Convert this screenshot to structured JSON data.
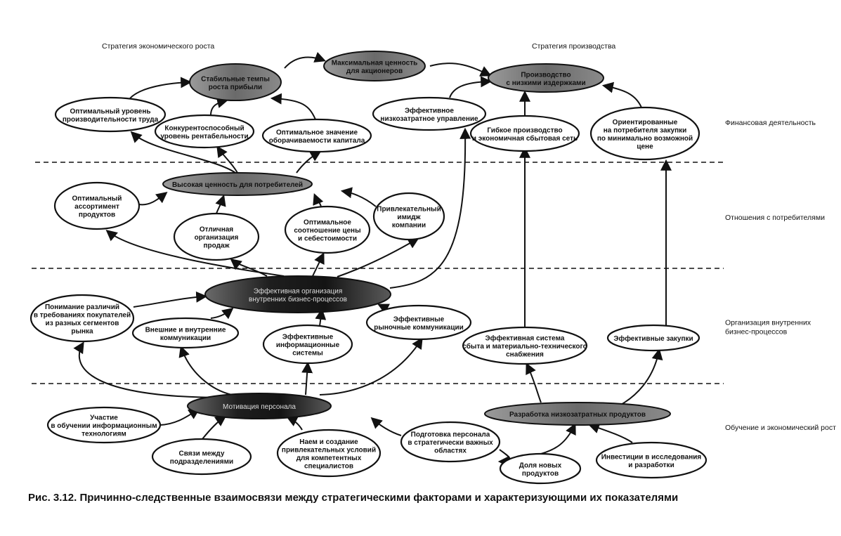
{
  "headers": {
    "left": "Стратегия экономического роста",
    "right": "Стратегия производства"
  },
  "rows": [
    "Финансовая деятельность",
    "Отношения с потребителями",
    "Организация внутренних|бизнес-процессов",
    "Обучение и экономический рост"
  ],
  "nodes": {
    "max_value": "Максимальная ценность|для акционеров",
    "stable_growth": "Стабильные темпы|роста прибыли",
    "low_cost_prod": "Производство|с низкими издержками",
    "optimal_labor": "Оптимальный уровень|производительности труда",
    "competitive_profit": "Конкурентоспособный|уровень рентабельности",
    "optimal_turnover": "Оптимальное значение|оборачиваемости капитала",
    "efficient_mgmt": "Эффективное|низкозатратное управление",
    "flexible_prod": "Гибкое производство|и экономичная сбытовая сеть",
    "customer_purchasing": "Ориентированные|на потребителя закупки|по минимально возможной|цене",
    "customer_value": "Высокая ценность для потребителей",
    "optimal_assortment": "Оптимальный|ассортимент|продуктов",
    "excellent_sales": "Отличная|организация|продаж",
    "optimal_price": "Оптимальное|соотношение цены|и себестоимости",
    "attractive_image": "Привлекательный|имидж|компании",
    "internal_processes": "Эффективная организация|внутренних бизнес-процессов",
    "understanding_diff": "Понимание различий|в требованиях покупателей|из разных сегментов|рынка",
    "ext_int_comm": "Внешние и внутренние|коммуникации",
    "info_systems": "Эффективные|информационные|системы",
    "market_comm": "Эффективные|рыночные коммуникации",
    "supply_system": "Эффективная система|сбыта и материально-технического|снабжения",
    "eff_purchasing": "Эффективные закупки",
    "motivation": "Мотивация персонала",
    "low_cost_products": "Разработка низкозатратных продуктов",
    "it_training": "Участие|в обучении информационным|технологиям",
    "dept_links": "Связи между|подразделениями",
    "hiring": "Наем и создание|привлекательных условий|для компетентных|специалистов",
    "training_strategic": "Подготовка персонала|в стратегически важных|областях",
    "new_products_share": "Доля новых|продуктов",
    "rnd_investment": "Инвестиции в исследования|и разработки"
  },
  "caption": {
    "fig": "Рис. 3.12.",
    "text": "Причинно-следственные взаимосвязи между стратегическими факторами и характеризующими их показателями"
  }
}
